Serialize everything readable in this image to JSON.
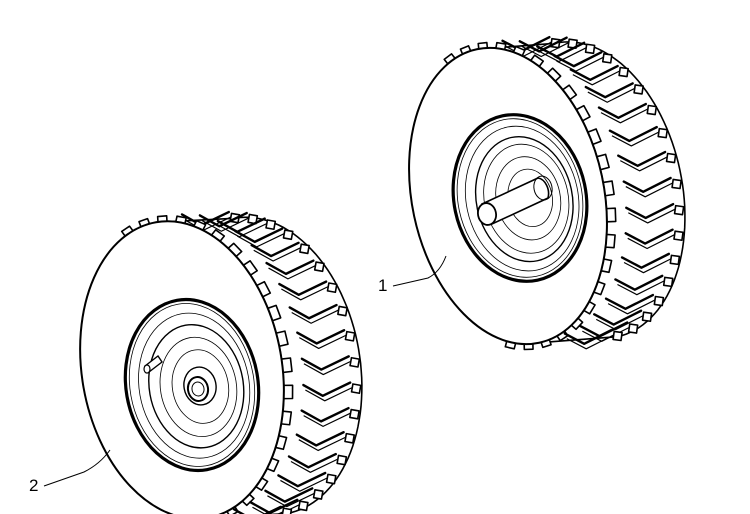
{
  "callouts": [
    {
      "label": "1",
      "part": "wheel-with-axle"
    },
    {
      "label": "2",
      "part": "wheel-with-pin"
    }
  ]
}
